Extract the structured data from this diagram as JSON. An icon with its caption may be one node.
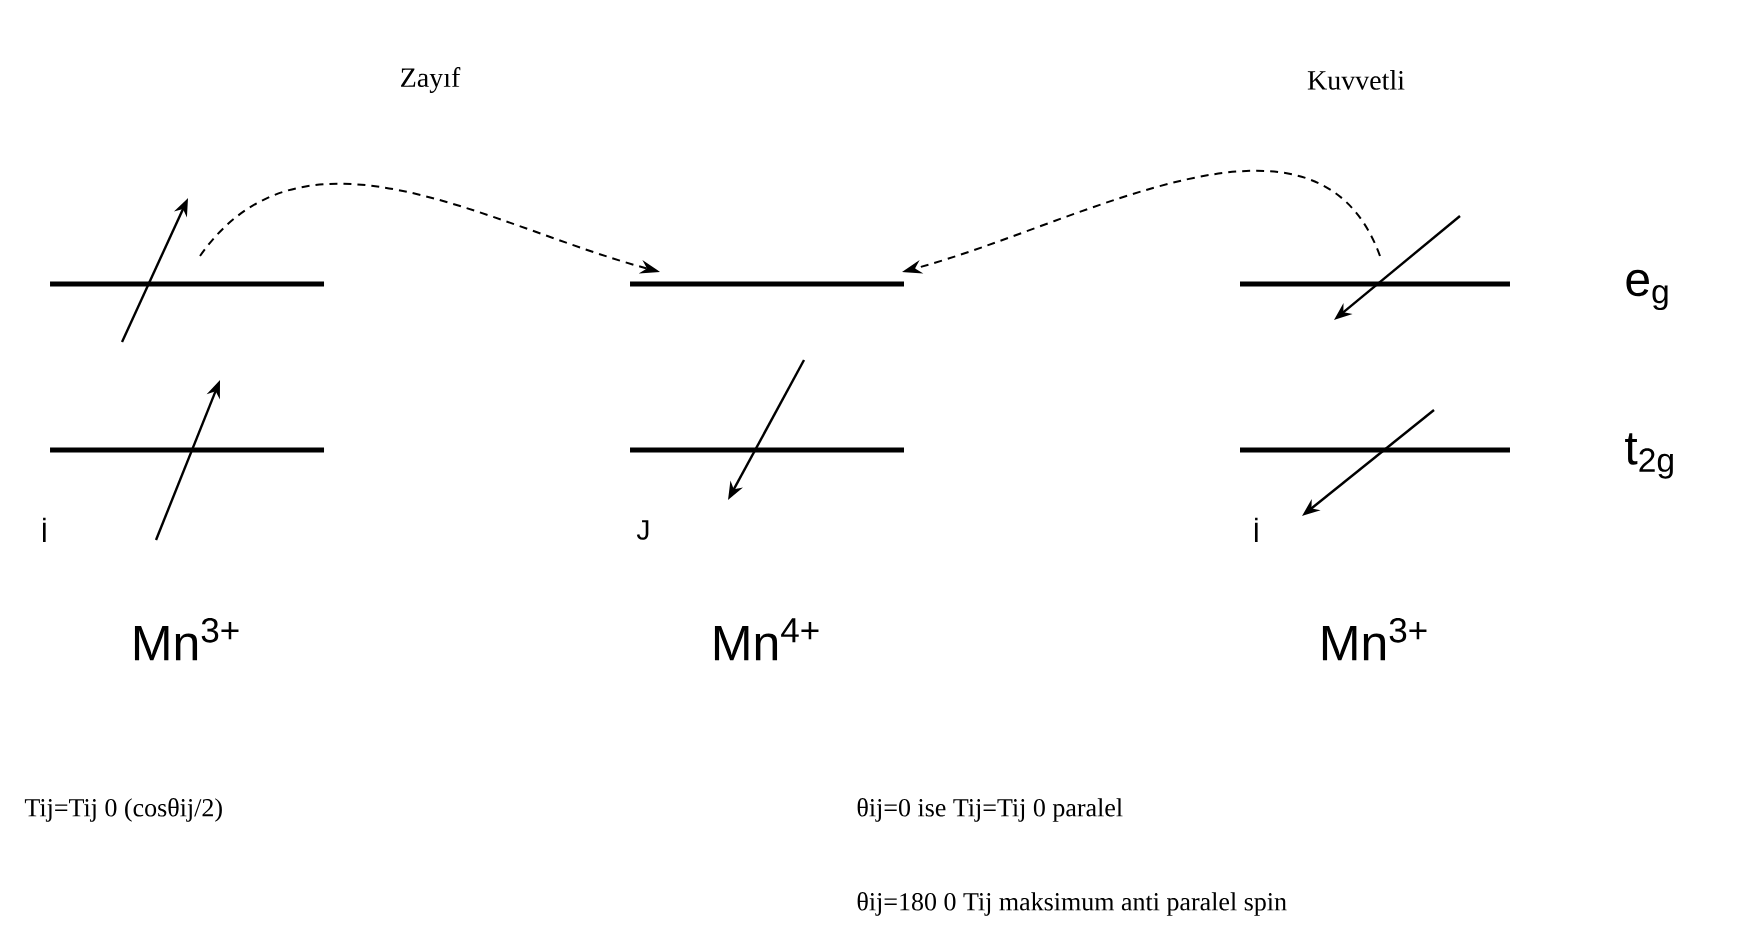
{
  "diagram": {
    "nodes": [
      {
        "text": [
          "İ",
          "Mn$^{3+}$"
        ]
      },
      {
        "text": [
          "J",
          "Mn$^{4+}$"
        ]
      },
      {
        "text": [
          "İ",
          "Mn$^{3+}$"
        ]
      }
    ],
    "edges": [
      {
        "from": 0,
        "to": 1,
        "arrow": "to",
        "label": "Zayıf",
        "style": "dashed"
      },
      {
        "from": 2,
        "to": 1,
        "arrow": "to",
        "label": "Kuvvetli",
        "style": "dashed"
      }
    ],
    "labels": [
      "e$_{g}$",
      "t$_{2g}$",
      "Tij=Tij 0 (cosθij/2)",
      "θij=0 ise  Tij=Tij 0   paralel",
      "θij=180 0 Tij  maksimum anti paralel spin"
    ]
  }
}
